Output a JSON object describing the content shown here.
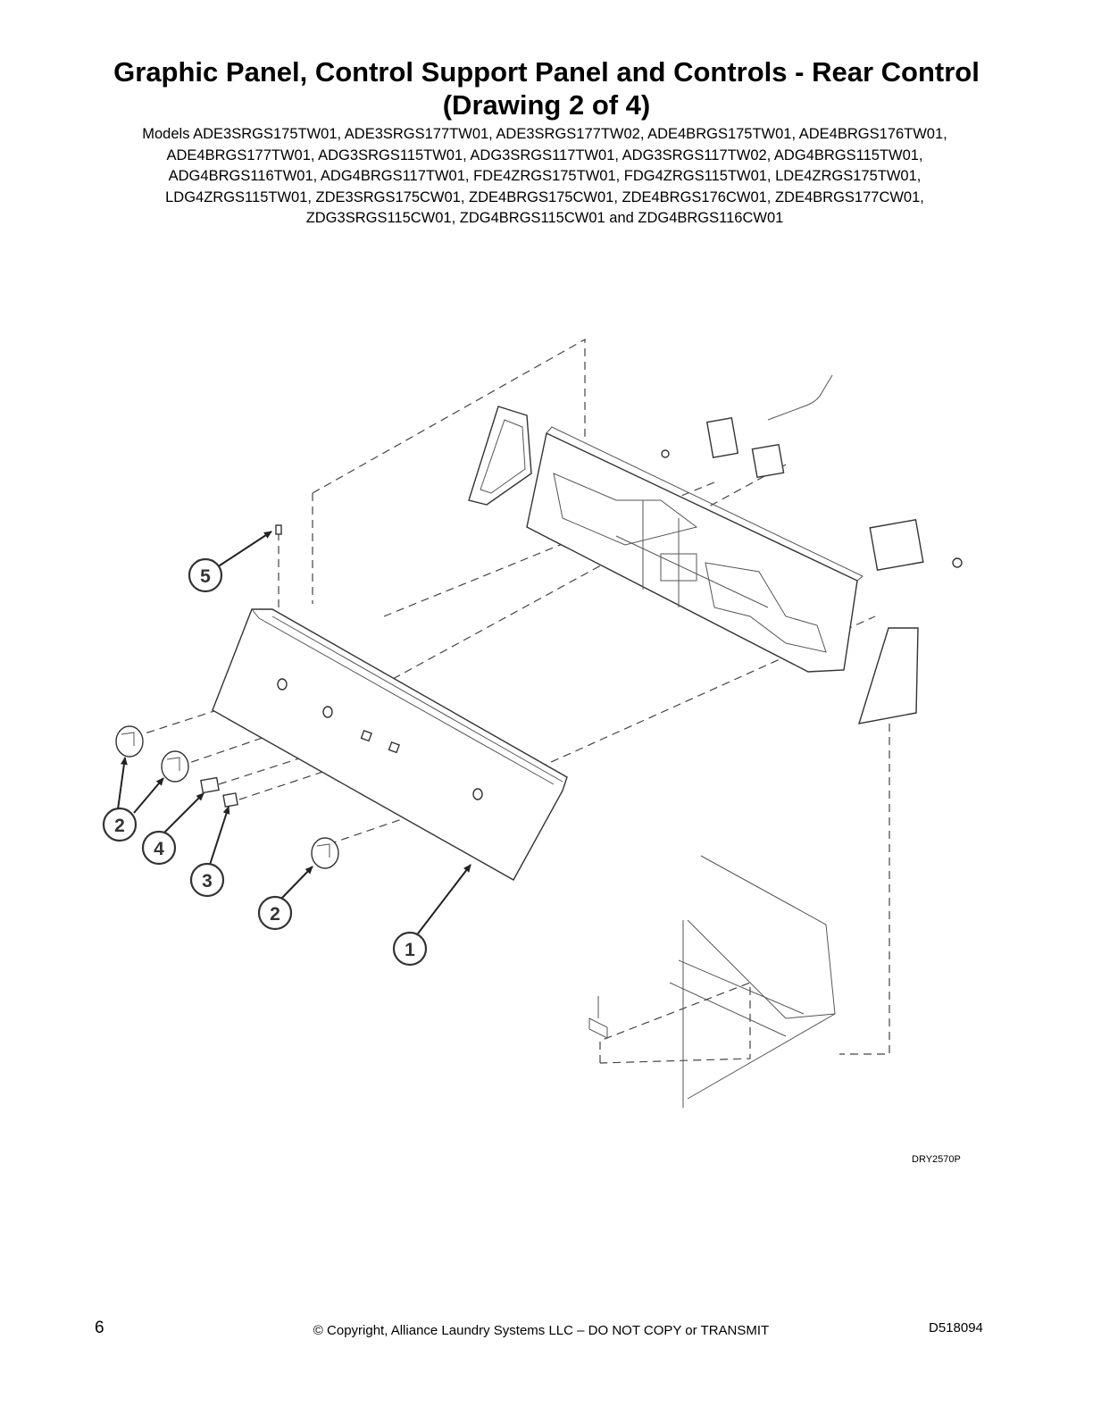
{
  "title": {
    "line1": "Graphic Panel, Control Support Panel and Controls - Rear Control",
    "line2": "(Drawing 2 of 4)"
  },
  "models": {
    "line1": "Models ADE3SRGS175TW01, ADE3SRGS177TW01, ADE3SRGS177TW02, ADE4BRGS175TW01, ADE4BRGS176TW01,",
    "line2": "ADE4BRGS177TW01, ADG3SRGS115TW01, ADG3SRGS117TW01, ADG3SRGS117TW02, ADG4BRGS115TW01,",
    "line3": "ADG4BRGS116TW01, ADG4BRGS117TW01, FDE4ZRGS175TW01, FDG4ZRGS115TW01, LDE4ZRGS175TW01,",
    "line4": "LDG4ZRGS115TW01, ZDE3SRGS175CW01, ZDE4BRGS175CW01, ZDE4BRGS176CW01, ZDE4BRGS177CW01,",
    "line5": "ZDG3SRGS115CW01, ZDG4BRGS115CW01 and ZDG4BRGS116CW01"
  },
  "callouts": {
    "c5": "5",
    "c2a": "2",
    "c4": "4",
    "c3": "3",
    "c2b": "2",
    "c1": "1"
  },
  "drawing_code": "DRY2570P",
  "footer": {
    "page_number": "6",
    "copyright": "© Copyright, Alliance Laundry Systems LLC – DO NOT COPY or TRANSMIT",
    "doc_number": "D518094"
  }
}
